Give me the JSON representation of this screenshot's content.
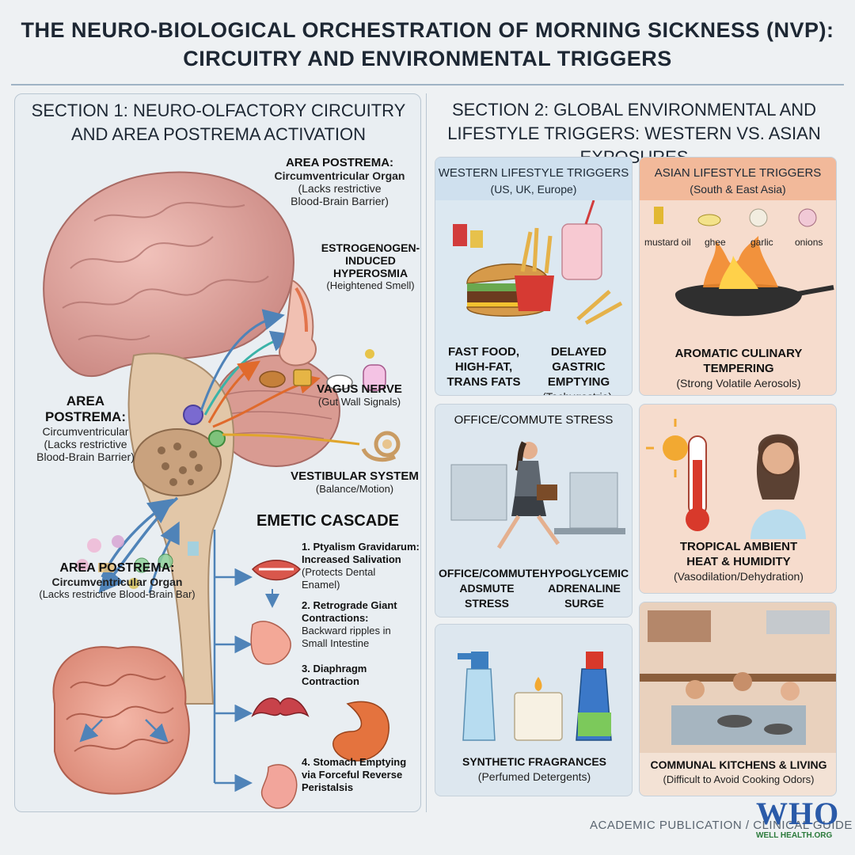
{
  "title": {
    "line1": "THE NEURO-BIOLOGICAL ORCHESTRATION OF MORNING SICKNESS (NVP):",
    "line2": "CIRCUITRY AND ENVIRONMENTAL TRIGGERS"
  },
  "section1": {
    "heading1": "SECTION 1: NEURO-OLFACTORY CIRCUITRY",
    "heading2": "AND AREA POSTREMA ACTIVATION",
    "area_postrema_top": {
      "title": "AREA POSTREMA:",
      "line1": "Circumventricular Organ",
      "line2": "(Lacks restrictive",
      "line3": "Blood-Brain Barrier)"
    },
    "hyperosmia": {
      "line1": "ESTROGENOGEN-",
      "line2": "INDUCED",
      "line3": "HYPEROSMIA",
      "sub": "(Heightened Smell)"
    },
    "area_postrema_left": {
      "line1": "AREA",
      "line2": "POSTREMA:",
      "sub1": "Circumventricular",
      "sub2": "(Lacks restrictive",
      "sub3": "Blood-Brain Barrier)"
    },
    "vagus": {
      "title": "VAGUS NERVE",
      "sub": "(Gut Wall Signals)"
    },
    "vestibular": {
      "title": "VESTIBULAR SYSTEM",
      "sub": "(Balance/Motion)"
    },
    "emetic_title": "EMETIC CASCADE",
    "steps": [
      {
        "b1": "1. Ptyalism Gravidarum:",
        "b2": "Increased Salivation",
        "n1": "(Protects Dental",
        "n2": "Enamel)"
      },
      {
        "b1": "2. Retrograde Giant",
        "b2": "Contractions:",
        "n1": "Backward ripples in",
        "n2": "Small Intestine"
      },
      {
        "b1": "3. Diaphragm",
        "b2": "Contraction",
        "n1": "",
        "n2": ""
      },
      {
        "b1": "4. Stomach Emptying",
        "b2": "via Forceful Reverse",
        "n1": "Peristalsis",
        "n2": ""
      }
    ],
    "area_postrema_bottom": {
      "title": "AREA POSTREMA:",
      "line1": "Circumventricular Organ",
      "line2": "(Lacks restrictive Blood-Brain Bar)"
    }
  },
  "section2": {
    "heading1": "SECTION 2: GLOBAL ENVIRONMENTAL AND",
    "heading2": "LIFESTYLE TRIGGERS: WESTERN VS. ASIAN EXPOSURES",
    "western": {
      "title": "WESTERN LIFESTYLE TRIGGERS",
      "sub": "(US, UK, Europe)",
      "cap_left": [
        "FAST FOOD,",
        "HIGH-FAT,",
        "TRANS FATS"
      ],
      "cap_right": [
        "DELAYED",
        "GASTRIC EMPTYING",
        "(Tachygastria)."
      ]
    },
    "asian": {
      "title": "ASIAN LIFESTYLE TRIGGERS",
      "sub": "(South & East Asia)",
      "ingredients": [
        "mustard oil",
        "ghee",
        "garlic",
        "onions"
      ],
      "cap1": "AROMATIC CULINARY",
      "cap2": "TEMPERING",
      "sub2": "(Strong Volatile Aerosols)"
    },
    "office": {
      "title": "OFFICE/COMMUTE STRESS",
      "cap_left": [
        "OFFICE/COMMUTE",
        "ADSMUTE",
        "STRESS"
      ],
      "cap_right": [
        "HYPOGLYCEMIC",
        "ADRENALINE",
        "SURGE"
      ]
    },
    "tropical": {
      "cap1": "TROPICAL AMBIENT",
      "cap2": "HEAT & HUMIDITY",
      "sub": "(Vasodilation/Dehydration)"
    },
    "fragrance": {
      "cap": "SYNTHETIC FRAGRANCES",
      "sub": "(Perfumed Detergents)"
    },
    "kitchen": {
      "cap": "COMMUNAL KITCHENS & LIVING",
      "sub": "(Difficult to Avoid Cooking Odors)"
    }
  },
  "footer": "ACADEMIC PUBLICATION / CLINICAL GUIDE",
  "logo": {
    "mark": "WHO",
    "sub": "WELL HEALTH.ORG"
  },
  "colors": {
    "western_head": "#cfe0ee",
    "asian_head": "#f2b99a",
    "card_blue": "#dce8f1",
    "card_peach": "#f6dccd",
    "arrow_blue": "#4f83b8",
    "arrow_orange": "#e06a2c",
    "brain": "#e5a9a3"
  }
}
